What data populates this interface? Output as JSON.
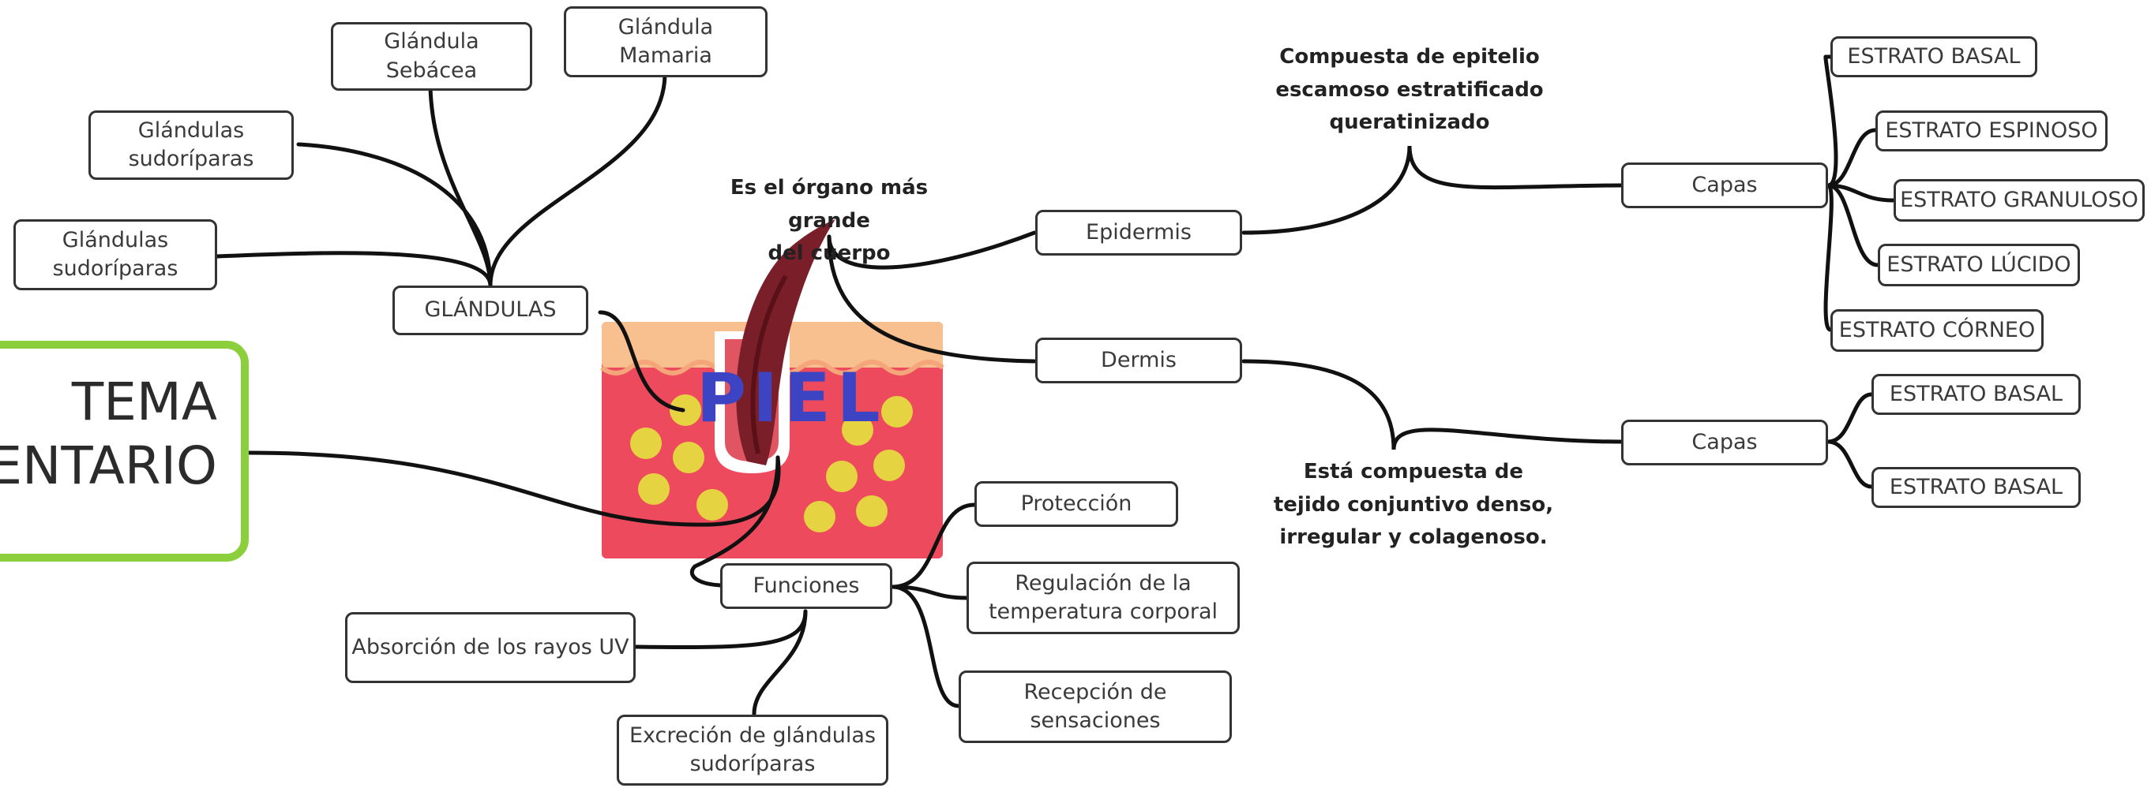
{
  "central": {
    "title": "PIEL",
    "main_label": "TEMA\nENTARIO",
    "description": "Es el órgano más grande\ndel cuerpo"
  },
  "glandulas": {
    "label": "GLÁNDULAS",
    "items": [
      "Glándula\nSebácea",
      "Glándula\nMamaria",
      "Glándulas\nsudoríparas",
      "Glándulas\nsudoríparas"
    ]
  },
  "epidermis": {
    "label": "Epidermis",
    "note": "Compuesta de epitelio\nescamoso estratificado\nqueratinizado",
    "capas_label": "Capas",
    "capas": [
      "ESTRATO BASAL",
      "ESTRATO ESPINOSO",
      "ESTRATO GRANULOSO",
      "ESTRATO LÚCIDO",
      "ESTRATO CÓRNEO"
    ]
  },
  "dermis": {
    "label": "Dermis",
    "note": "Está compuesta de\ntejido conjuntivo denso,\nirregular y colagenoso.",
    "capas_label": "Capas",
    "capas": [
      "ESTRATO BASAL",
      "ESTRATO BASAL"
    ]
  },
  "funciones": {
    "label": "Funciones",
    "items": [
      "Protección",
      "Regulación de la\ntemperatura corporal",
      "Recepción de sensaciones",
      "Absorción de los rayos UV",
      "Excreción de glándulas\nsudoríparas"
    ]
  },
  "colors": {
    "accent_green": "#8ccf3c",
    "title_blue": "#3c44c4",
    "line": "#111111",
    "skin_red": "#ee4a5e",
    "skin_top": "#f9c08f",
    "gland_yellow": "#e6d341"
  }
}
